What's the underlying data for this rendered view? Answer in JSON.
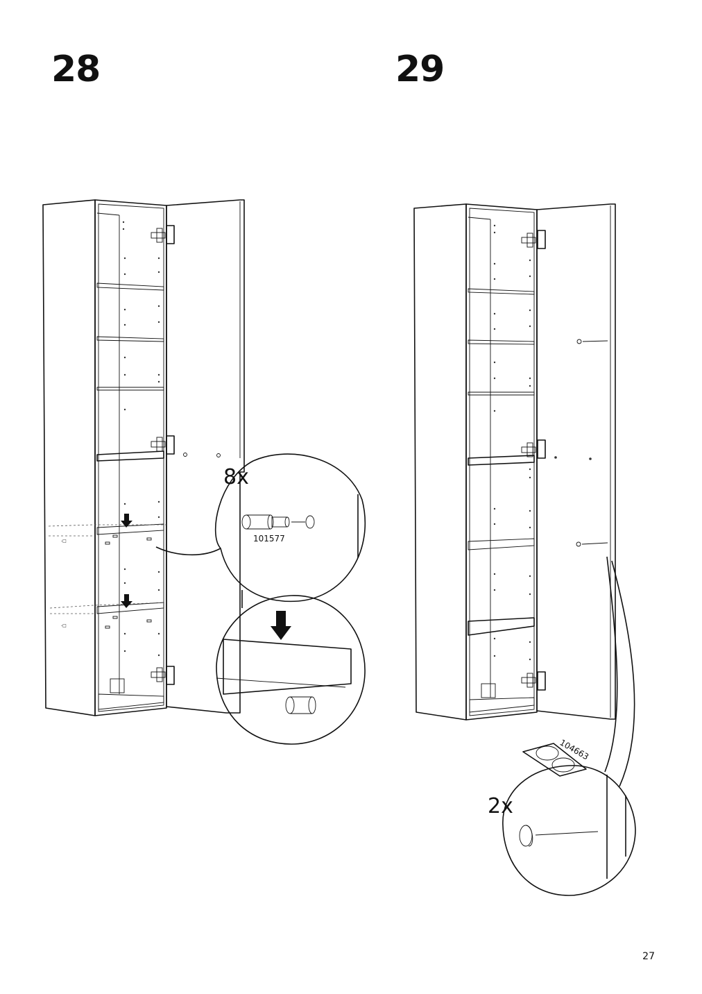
{
  "steps": [
    {
      "number": "28",
      "quantity": "8x",
      "part_number": "101577"
    },
    {
      "number": "29",
      "quantity": "2x",
      "part_number": "104663"
    }
  ],
  "page_number": "27",
  "icons": [
    "tall-cabinet-illustration",
    "shelf-pin-detail",
    "door-bumper-detail",
    "down-arrow-icon"
  ]
}
